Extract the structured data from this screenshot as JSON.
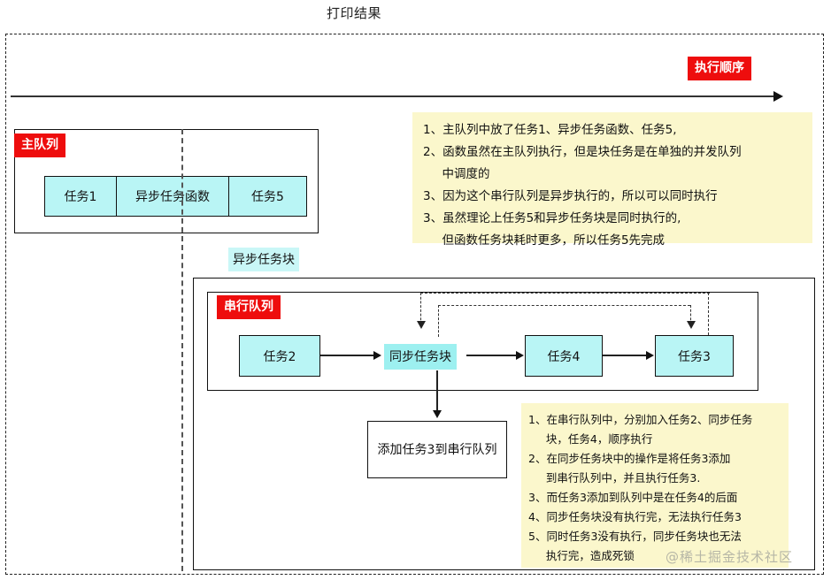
{
  "page": {
    "title": "打印结果",
    "watermark": "@稀土掘金技术社区"
  },
  "labels": {
    "execution_order": "执行顺序",
    "main_queue": "主队列",
    "serial_queue": "串行队列",
    "async_block": "异步任务块",
    "sync_block": "同步任务块"
  },
  "main_queue": {
    "tasks": [
      {
        "label": "任务1"
      },
      {
        "label": "异步任务函数"
      },
      {
        "label": "任务5"
      }
    ]
  },
  "serial_queue": {
    "tasks": [
      {
        "label": "任务2"
      },
      {
        "label": "同步任务块"
      },
      {
        "label": "任务4"
      },
      {
        "label": "任务3"
      }
    ]
  },
  "add_task_box": {
    "label": "添加任务3到串行队列"
  },
  "notes": {
    "top": "1、主队列中放了任务1、异步任务函数、任务5,\n2、函数虽然在主队列执行，但是块任务是在单独的并发队列\n     中调度的\n3、因为这个串行队列是异步执行的，所以可以同时执行\n3、虽然理论上任务5和异步任务块是同时执行的,\n     但函数任务块耗时更多，所以任务5先完成",
    "bottom": "1、在串行队列中，分别加入任务2、同步任务\n     块，任务4，顺序执行\n2、在同步任务块中的操作是将任务3添加\n     到串行队列中，并且执行任务3.\n3、而任务3添加到队列中是在任务4的后面\n4、同步任务块没有执行完，无法执行任务3\n5、同时任务3没有执行，同步任务块也无法\n     执行完，造成死锁"
  },
  "colors": {
    "red_label_bg": "#ee0d0d",
    "cyan_box_bg": "#b9f5f5",
    "note_bg": "#fbf7cc",
    "line": "#222222"
  }
}
